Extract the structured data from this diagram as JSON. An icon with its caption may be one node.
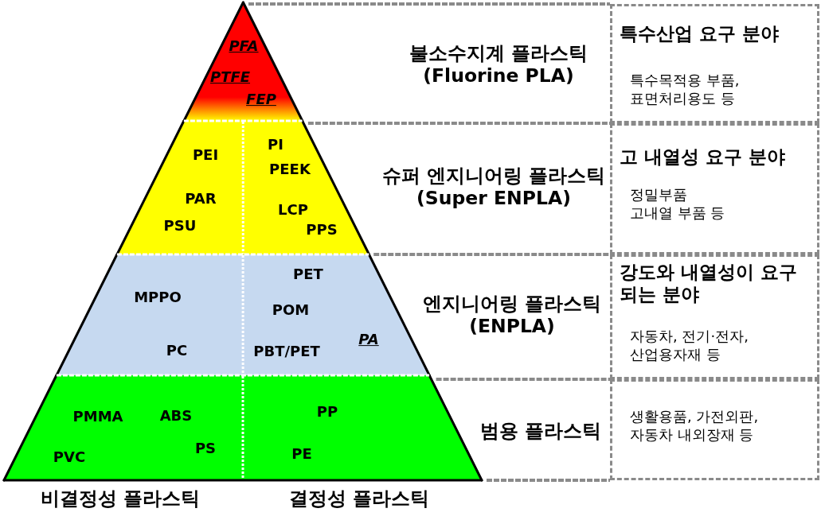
{
  "diagram": {
    "nodes": [
      {
        "text": [
          "PFA",
          "PTFE",
          "FEP"
        ]
      },
      {
        "text": [
          "PEI",
          "PAR",
          "PSU",
          "PI",
          "PEEK",
          "LCP",
          "PPS"
        ]
      },
      {
        "text": [
          "MPPO",
          "PC",
          "PET",
          "POM",
          "PBT/PET",
          "PA"
        ]
      },
      {
        "text": [
          "PMMA",
          "ABS",
          "PVC",
          "PS",
          "PP",
          "PE"
        ]
      },
      {
        "text": [
          "불소수지계 플라스틱",
          "(Fluorine PLA)"
        ]
      },
      {
        "text": [
          "슈퍼 엔지니어링 플라스틱",
          "(Super ENPLA)"
        ]
      },
      {
        "text": [
          "엔지니어링 플라스틱",
          "(ENPLA)"
        ]
      },
      {
        "text": [
          "범용 플라스틱"
        ]
      },
      {
        "text": [
          "특수산업 요구 분야",
          "특수목적용 부품, 표면처리용도 등"
        ]
      },
      {
        "text": [
          "고 내열성 요구 분야",
          "정밀부품 고내열 부품 등"
        ]
      },
      {
        "text": [
          "강도와 내열성이 요구 되는 분야",
          "자동차, 전기·전자, 산업용자재 등"
        ]
      },
      {
        "text": [
          "생활용품, 가전외판, 자동차 내외장재 등"
        ]
      }
    ],
    "labels": [
      "비결정성 플라스틱",
      "결정성 플라스틱"
    ]
  }
}
